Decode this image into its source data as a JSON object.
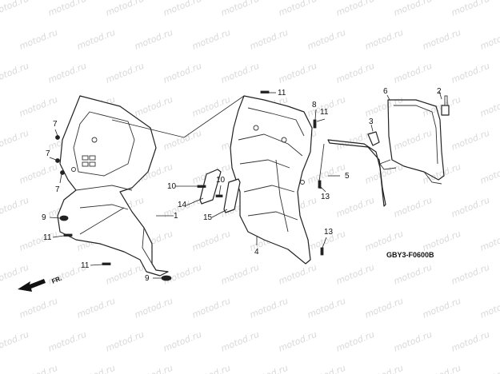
{
  "diagram_code": "GBY3-F0600B",
  "front_label": "FR.",
  "watermark": "motod.ru",
  "callouts": [
    "1",
    "2",
    "3",
    "4",
    "5",
    "6",
    "7",
    "7",
    "7",
    "8",
    "9",
    "9",
    "10",
    "10",
    "11",
    "11",
    "11",
    "11",
    "13",
    "13",
    "14",
    "15"
  ]
}
